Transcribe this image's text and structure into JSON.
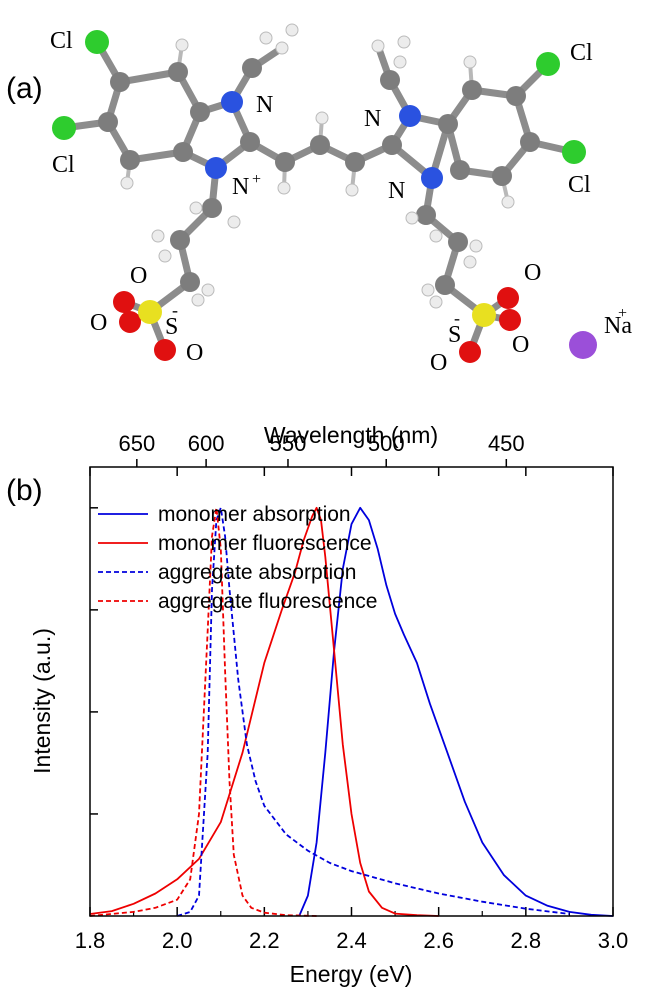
{
  "panel_a": {
    "label": "(a)",
    "atom_labels": {
      "cl_top_left": "Cl",
      "cl_bottom_left": "Cl",
      "cl_top_right": "Cl",
      "cl_bottom_right": "Cl",
      "n_top_left": "N",
      "n_bottom_left": "N",
      "n_plus_superscript": "+",
      "n_top_right": "N",
      "n_bottom_right": "N",
      "o_left_top": "O",
      "o_left_mid": "O",
      "o_left_bottom": "O",
      "s_left": "S",
      "s_left_superscript": "-",
      "o_right_top": "O",
      "o_right_mid": "O",
      "o_right_bottom": "O",
      "s_right": "S",
      "s_right_superscript": "-",
      "na": "Na",
      "na_superscript": "+"
    },
    "colors": {
      "carbon": "#7d7d7d",
      "hydrogen": "#ececec",
      "nitrogen": "#2a52e0",
      "chlorine": "#2ecc2e",
      "oxygen": "#e01010",
      "sulfur": "#e8e020",
      "sodium": "#9b4fd9"
    }
  },
  "panel_b": {
    "label": "(b)"
  },
  "chart_data": {
    "type": "line",
    "xlabel": "Energy (eV)",
    "ylabel": "Intensity (a.u.)",
    "x2label": "Wavelength (nm)",
    "xlim": [
      1.8,
      3.0
    ],
    "ylim": [
      0,
      1.1
    ],
    "x_ticks": [
      "1.8",
      "2.0",
      "2.2",
      "2.4",
      "2.6",
      "2.8",
      "3.0"
    ],
    "x_tick_values": [
      1.8,
      2.0,
      2.2,
      2.4,
      2.6,
      2.8,
      3.0
    ],
    "x2_ticks": [
      "650",
      "600",
      "550",
      "500",
      "450"
    ],
    "x2_tick_values": [
      650,
      600,
      550,
      500,
      450
    ],
    "y_minor_tick_values": [
      0.25,
      0.5,
      0.75,
      1.0
    ],
    "legend_position": "top-left",
    "series": [
      {
        "name": "monomer absorption",
        "color": "#0000dd",
        "dash": "solid",
        "x": [
          2.28,
          2.3,
          2.32,
          2.34,
          2.36,
          2.38,
          2.4,
          2.42,
          2.44,
          2.46,
          2.48,
          2.5,
          2.52,
          2.55,
          2.58,
          2.62,
          2.66,
          2.7,
          2.75,
          2.8,
          2.85,
          2.9,
          2.95,
          3.0
        ],
        "y": [
          0.0,
          0.05,
          0.18,
          0.4,
          0.65,
          0.85,
          0.96,
          1.0,
          0.97,
          0.9,
          0.81,
          0.74,
          0.69,
          0.62,
          0.52,
          0.4,
          0.28,
          0.18,
          0.1,
          0.05,
          0.025,
          0.01,
          0.003,
          0.0
        ]
      },
      {
        "name": "monomer fluorescence",
        "color": "#ee0000",
        "dash": "solid",
        "x": [
          1.8,
          1.85,
          1.9,
          1.95,
          2.0,
          2.05,
          2.1,
          2.15,
          2.2,
          2.24,
          2.27,
          2.29,
          2.31,
          2.32,
          2.33,
          2.34,
          2.36,
          2.38,
          2.4,
          2.42,
          2.44,
          2.47,
          2.5,
          2.55,
          2.6
        ],
        "y": [
          0.005,
          0.012,
          0.03,
          0.055,
          0.09,
          0.14,
          0.23,
          0.4,
          0.62,
          0.75,
          0.84,
          0.92,
          0.98,
          1.0,
          0.97,
          0.88,
          0.65,
          0.42,
          0.25,
          0.13,
          0.06,
          0.02,
          0.006,
          0.002,
          0.0
        ]
      },
      {
        "name": "aggregate absorption",
        "color": "#0000dd",
        "dash": "dashed",
        "x": [
          2.0,
          2.03,
          2.05,
          2.07,
          2.08,
          2.09,
          2.1,
          2.11,
          2.12,
          2.14,
          2.16,
          2.18,
          2.2,
          2.25,
          2.3,
          2.35,
          2.4,
          2.5,
          2.6,
          2.7,
          2.8,
          2.9
        ],
        "y": [
          0.0,
          0.01,
          0.05,
          0.4,
          0.8,
          0.97,
          1.0,
          0.93,
          0.8,
          0.58,
          0.42,
          0.33,
          0.27,
          0.2,
          0.16,
          0.13,
          0.11,
          0.08,
          0.055,
          0.035,
          0.018,
          0.005
        ]
      },
      {
        "name": "aggregate fluorescence",
        "color": "#ee0000",
        "dash": "dashed",
        "x": [
          1.8,
          1.9,
          1.95,
          2.0,
          2.03,
          2.05,
          2.07,
          2.08,
          2.09,
          2.1,
          2.11,
          2.12,
          2.13,
          2.15,
          2.17,
          2.2,
          2.25,
          2.32
        ],
        "y": [
          0.0,
          0.01,
          0.02,
          0.04,
          0.09,
          0.25,
          0.7,
          0.93,
          1.0,
          0.9,
          0.6,
          0.33,
          0.15,
          0.05,
          0.02,
          0.008,
          0.002,
          0.0
        ]
      }
    ]
  }
}
